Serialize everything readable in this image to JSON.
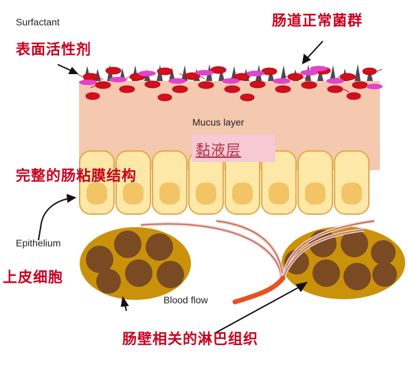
{
  "labels_en": {
    "surfactant": "Surfactant",
    "mucus_layer": "Mucus layer",
    "epithelium": "Epithelium",
    "blood_flow": "Blood flow"
  },
  "labels_zh": {
    "surfactant": "表面活性剂",
    "normal_flora": "肠道正常菌群",
    "mucus_layer": "黏液层",
    "intact_mucosa": "完整的肠粘膜结构",
    "epithelial_cells": "上皮细胞",
    "galt": "肠壁相关的淋巴组织"
  },
  "colors": {
    "mucus": "#f5c8b0",
    "cell_fill": "#fde8a8",
    "cell_border": "#e3a94a",
    "nucleus": "#f2c466",
    "lymph_body": "#c9920a",
    "lymph_nodule": "#7a4a22",
    "bacteria_red": "#d0101a",
    "bacteria_magenta": "#e045c8",
    "blood_flow": "#e8501e",
    "label_red": "#c8001e"
  }
}
